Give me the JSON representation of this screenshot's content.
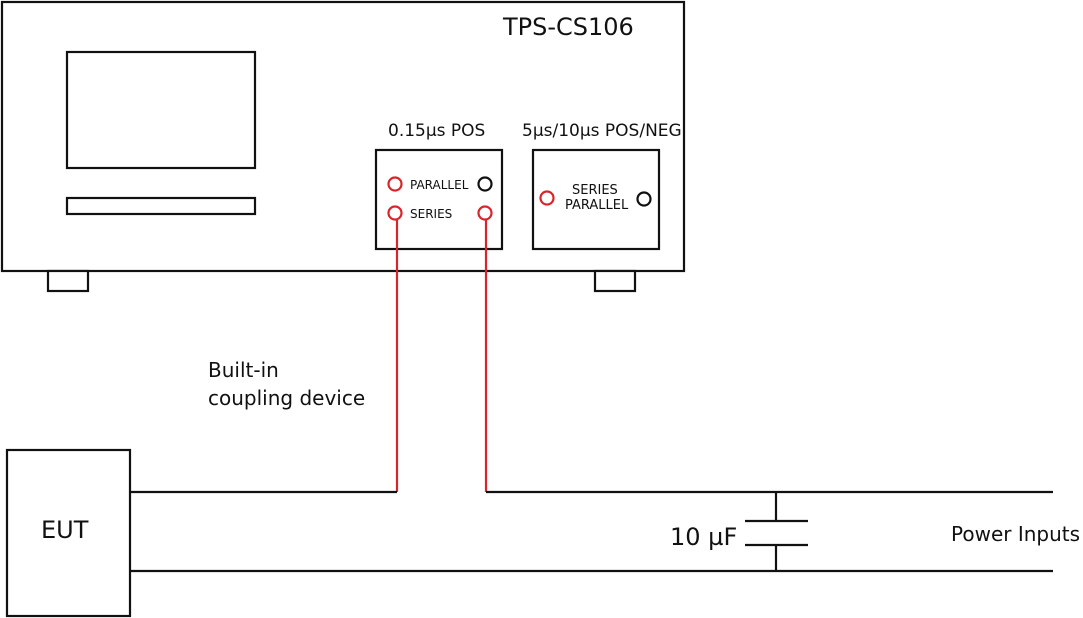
{
  "device": {
    "model": "TPS-CS106",
    "panel1": {
      "title": "0.15µs POS",
      "parallel_label": "PARALLEL",
      "series_label": "SERIES"
    },
    "panel2": {
      "title": "5µs/10µs POS/NEG",
      "series_label": "SERIES",
      "parallel_label": "PARALLEL"
    }
  },
  "labels": {
    "coupling_line1": "Built-in",
    "coupling_line2": "coupling device",
    "eut": "EUT",
    "capacitor": "10 µF",
    "power_inputs": "Power Inputs"
  },
  "colors": {
    "wire_red": "#d9252a",
    "line": "#111111"
  }
}
